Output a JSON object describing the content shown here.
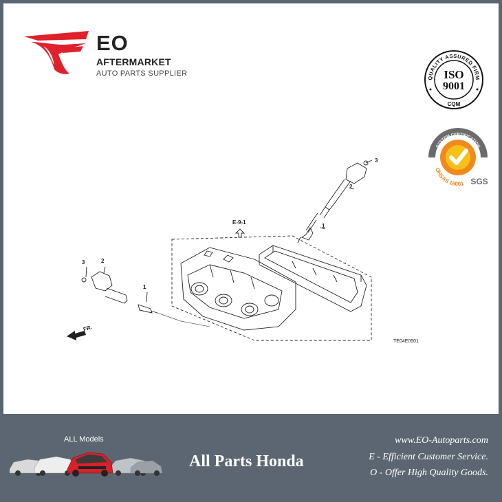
{
  "brand": {
    "name": "EO",
    "subtitle": "AFTERMARKET",
    "tagline": "AUTO PARTS SUPPLIER"
  },
  "certifications": {
    "iso_ring_text": "QUALITY ASSURED FIRM",
    "iso_main": "ISO",
    "iso_number": "9001",
    "iso_mark": "CQM",
    "sgs_ring_text": "SYSTEM CERTIFICATION",
    "sgs_standard": "OHSAS 18001",
    "sgs_mark": "SGS"
  },
  "diagram": {
    "section_ref": "E-9-1",
    "code": "TE04E0501",
    "front_label": "FR.",
    "callouts": [
      "1",
      "2",
      "3",
      "1",
      "2",
      "3"
    ]
  },
  "footer": {
    "all_models": "ALL Models",
    "title": "All Parts Honda",
    "website": "www.EO-Autoparts.com",
    "line_e": "E - Efficient Customer Service.",
    "line_o": "O - Offer High Quality Goods."
  },
  "colors": {
    "brand_red": "#e0202a",
    "frame": "#5b6672",
    "sgs_orange": "#f08a1c",
    "sgs_yellow": "#f6c21a"
  }
}
